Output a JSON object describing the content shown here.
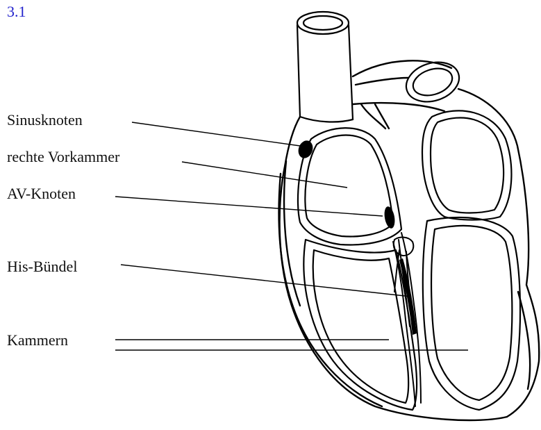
{
  "figure_number": "3.1",
  "labels": {
    "sinusknoten": "Sinusknoten",
    "rechte_vorkammer": "rechte Vorkammer",
    "av_knoten": "AV-Knoten",
    "his_buendel": "His-Bündel",
    "kammern": "Kammern"
  },
  "colors": {
    "figure_number": "#2222cc",
    "text": "#111111",
    "line": "#000000"
  }
}
